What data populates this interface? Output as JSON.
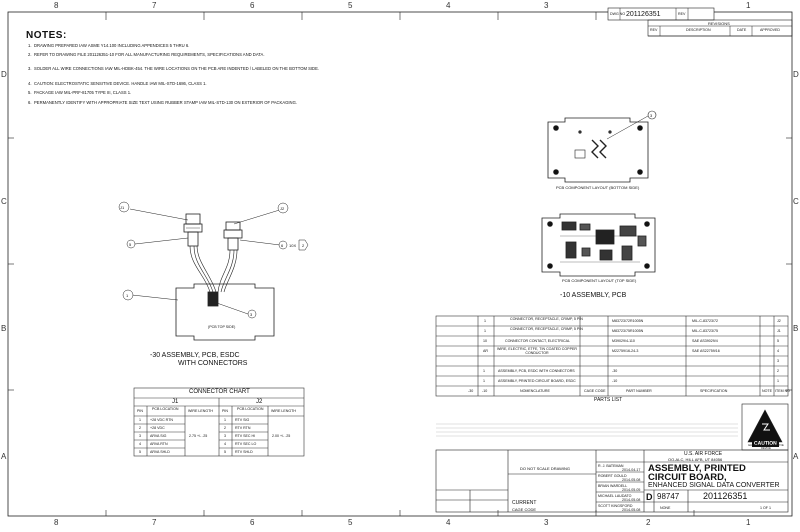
{
  "zones": {
    "cols": [
      "8",
      "7",
      "6",
      "5",
      "4",
      "3",
      "2",
      "1"
    ],
    "rows": [
      "D",
      "C",
      "B",
      "A"
    ]
  },
  "header": {
    "dwg_label": "DWG NO",
    "dwg_no": "201126351",
    "rev_label": "REV"
  },
  "revisions": {
    "title": "REVISIONS",
    "cols": [
      "REV",
      "DESCRIPTION",
      "DATE",
      "APPROVED"
    ]
  },
  "notes": {
    "title": "NOTES:",
    "items": [
      {
        "n": "1.",
        "text": "DRAWING PREPARED IAW ASME Y14.100 INCLUDING APPENDICES 5 THRU 6."
      },
      {
        "n": "2.",
        "text": "REFER TO DRAWING FILE 201126351-10 FOR ALL MANUFACTURING REQUIREMENTS, SPECIFICATIONS AND DATA."
      },
      {
        "n": "3.",
        "text": "SOLDER ALL WIRE CONNECTIONS IAW MIL-HDBK-454. THE WIRE LOCATIONS ON THE PCB ARE INDENTED / LABELED ON THE BOTTOM SIDE."
      },
      {
        "n": "4.",
        "text": "CAUTION: ELECTROSTATIC SENSITIVE DEVICE. HANDLE IAW MIL-STD-1686, CLASS 1."
      },
      {
        "n": "5.",
        "text": "PACKAGE IAW MIL-PRF-81705 TYPE III, CLASS 1."
      },
      {
        "n": "6.",
        "text": "PERMANENTLY IDENTIFY WITH APPROPRIATE SIZE TEXT USING RUBBER STAMP IAW MIL-STD-130 ON EXTERIOR OF PACKAGING."
      }
    ]
  },
  "views": {
    "bottom_caption": "PCB COMPONENT LAYOUT (BOTTOM SIDE)",
    "top_caption": "PCB COMPONENT LAYOUT (TOP SIDE)",
    "assy10": "-10   ASSEMBLY, PCB",
    "assy30_l1": "-30   ASSEMBLY, PCB, ESDC",
    "assy30_l2": "WITH CONNECTORS",
    "pcb_top_side": "(PCB TOP SIDE)",
    "balloons": {
      "j1": "J1",
      "j2": "J2",
      "b5": "5",
      "b6": "6",
      "b1": "1",
      "b3": "3",
      "b2": "2",
      "b3b": "3",
      "ten_x": "10X"
    }
  },
  "connector_chart": {
    "title": "CONNECTOR CHART",
    "j1": "J1",
    "j2": "J2",
    "subhead": [
      "PIN",
      "PCB LOCATION",
      "WIRE LENGTH",
      "PIN",
      "PCB LOCATION",
      "WIRE LENGTH"
    ],
    "rows": [
      [
        "1",
        "+28 VDC RTN",
        "",
        "1",
        "RTV SIG",
        ""
      ],
      [
        "2",
        "+28 VDC",
        "2.75 +/- .25",
        "2",
        "RTV RTN",
        "2.00 +/- .25"
      ],
      [
        "3",
        "ARVA SIG",
        "",
        "3",
        "RTV SEC HI",
        ""
      ],
      [
        "4",
        "ARVA RTN",
        "",
        "4",
        "RTV SEC LO",
        ""
      ],
      [
        "5",
        "ARVA SHLD",
        "",
        "5",
        "RTV SHLD",
        ""
      ]
    ]
  },
  "parts_list": {
    "title": "PARTS LIST",
    "rows": [
      [
        "1",
        "CONNECTOR, RECEPTACLE, CRIMP, 5 PIN",
        "M83723/72R1005N",
        "MIL-C-83723/72",
        "J2"
      ],
      [
        "1",
        "CONNECTOR, RECEPTACLE, CRIMP, 5 PIN",
        "M83723/75R1005N",
        "MIL-C-83723/75",
        "J1"
      ],
      [
        "10",
        "CONNECTOR CONTACT, ELECTRICAL",
        "M39029/4-110",
        "SAE AS39029/4",
        "5"
      ],
      [
        "AR",
        "WIRE, ELECTRIC, ETFE, TIN COATED COPPER CONDUCTOR",
        "M22759/16-24-3",
        "SAE AS22759/16",
        "4"
      ],
      [
        "",
        "",
        "",
        "",
        "3"
      ],
      [
        "1",
        "ASSEMBLY, PCB, ESDC WITH CONNECTORS",
        "-30",
        "",
        "2"
      ],
      [
        "1",
        "ASSEMBLY, PRINTED CIRCUIT BOARD, ESDC",
        "-10",
        "",
        "1"
      ]
    ],
    "footer": [
      "-30",
      "-10",
      "NOMENCLATURE",
      "CAGE CODE",
      "PART NUMBER",
      "SPECIFICATION",
      "NOTE",
      "ITEM NO"
    ]
  },
  "title_block": {
    "org1": "U.S. AIR FORCE",
    "org2": "OO-ALC, HILL AFB, UT 84056",
    "title_l1": "ASSEMBLY, PRINTED",
    "title_l2": "CIRCUIT BOARD,",
    "title_l3": "ENHANCED SIGNAL DATA CONVERTER",
    "size": "D",
    "cage": "98747",
    "dwg_no": "201126351",
    "scale": "NONE",
    "sheet": "1 OF 1",
    "people": [
      {
        "name": "R. J. BATEMAN",
        "date": "2014-04-17"
      },
      {
        "name": "ROBERT GOULD",
        "date": "2014-05-08"
      },
      {
        "name": "BRIAN WARDELL",
        "date": "2014-05-05"
      },
      {
        "name": "MICHAEL LAUDATO",
        "date": "2014-05-08"
      },
      {
        "name": "SCOTT KINGSFORD",
        "date": "2014-05-08"
      }
    ],
    "dnscale": "DO NOT SCALE DRAWING",
    "current": "CURRENT",
    "cage_code": "CAGE CODE"
  },
  "esd": {
    "caution": "CAUTION",
    "sub": "ELECTROSTATIC SENSITIVE DEVICE"
  },
  "colors": {
    "line": "#222222",
    "zone": "#555555"
  }
}
